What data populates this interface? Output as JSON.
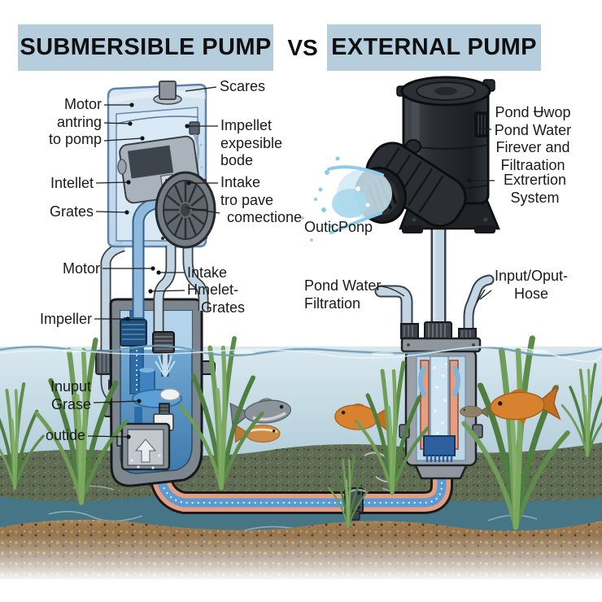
{
  "header": {
    "left_title": "SUBMERSIBLE PUMP",
    "vs": "VS",
    "right_title": "EXTERNAL PUMP"
  },
  "labels": {
    "scares": "Scares",
    "motor_block": [
      "Motor",
      "antring",
      "to pomp"
    ],
    "intellet": "Intellet",
    "grates": "Grates",
    "impellet_block": [
      "Impellet",
      "expesible",
      "bode"
    ],
    "intake_block": [
      "Intake",
      "tro pave",
      "comectione"
    ],
    "motor2": "Motor",
    "intake2": "Intake",
    "hmelet_block": [
      "Hmelet-",
      "Grates"
    ],
    "impeller": "Impeller",
    "inuput_block": [
      "Inuput",
      "Grase"
    ],
    "outide": "outide",
    "pond_block": [
      "Pond Ʉwop",
      "Pond Water",
      "Firever and",
      "Filtraation"
    ],
    "extrertion_block": [
      "Extrertion",
      "System"
    ],
    "outic_ponp": "OuticPonp",
    "pond_water_block": [
      "Pond Water",
      "Filtration"
    ],
    "hose_block": [
      "Input/Oput-",
      "Hose"
    ]
  },
  "colors": {
    "header_box": "#b5cddd",
    "water": "#aac9d7",
    "pipe_salmon": "#e59e82",
    "pipe_blue": "#5b9bd5",
    "pump_black": "#23262a",
    "sump_gray": "#7e868d",
    "plant_green": "#5d8c4a",
    "fish_orange": "#d8822f"
  }
}
